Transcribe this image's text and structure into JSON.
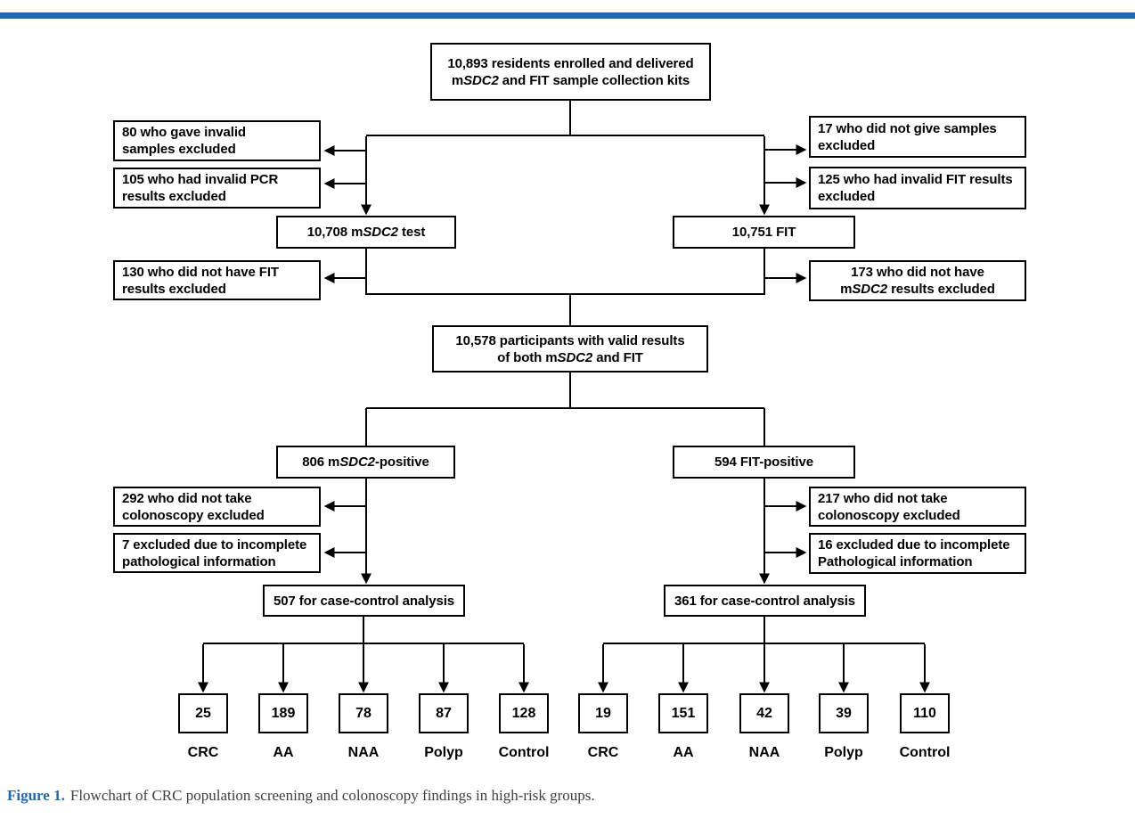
{
  "colors": {
    "accent": "#2169ac",
    "line": "#000000",
    "caption_text": "#3f3f3f"
  },
  "emphasis": {
    "italic_token": "SDC2"
  },
  "nodes": {
    "enrolled": {
      "lines": [
        "10,893 residents enrolled and delivered",
        "mSDC2 and FIT sample collection kits"
      ]
    },
    "excl_invalid_samples": {
      "lines": [
        "80 who gave invalid",
        "samples excluded"
      ]
    },
    "excl_invalid_pcr": {
      "lines": [
        "105 who had invalid PCR",
        "results excluded"
      ]
    },
    "excl_no_samples": {
      "lines": [
        "17 who did not give samples",
        "excluded"
      ]
    },
    "excl_invalid_fit": {
      "lines": [
        "125 who had invalid FIT results",
        "excluded"
      ]
    },
    "msdc2_test": {
      "lines": [
        "10,708 mSDC2 test"
      ]
    },
    "fit_test": {
      "lines": [
        "10,751 FIT"
      ]
    },
    "excl_no_fit": {
      "lines": [
        "130 who did not have FIT",
        "results excluded"
      ]
    },
    "excl_no_msdc2": {
      "lines": [
        "173 who did not have",
        "mSDC2 results excluded"
      ]
    },
    "valid_both": {
      "lines": [
        "10,578 participants with valid results",
        "of both mSDC2 and FIT"
      ]
    },
    "msdc2_positive": {
      "lines": [
        "806 mSDC2-positive"
      ]
    },
    "fit_positive": {
      "lines": [
        "594 FIT-positive"
      ]
    },
    "excl_no_colonoscopy_msdc2": {
      "lines": [
        "292 who did not take",
        "colonoscopy excluded"
      ]
    },
    "excl_incomplete_path_msdc2": {
      "lines": [
        "7 excluded due to incomplete",
        "pathological information"
      ]
    },
    "excl_no_colonoscopy_fit": {
      "lines": [
        "217 who did not take",
        "colonoscopy excluded"
      ]
    },
    "excl_incomplete_path_fit": {
      "lines": [
        "16 excluded due to incomplete",
        "Pathological information"
      ]
    },
    "case_control_msdc2": {
      "lines": [
        "507 for case-control analysis"
      ]
    },
    "case_control_fit": {
      "lines": [
        "361 for case-control analysis"
      ]
    }
  },
  "outcomes": {
    "msdc2": [
      {
        "value": "25",
        "label": "CRC"
      },
      {
        "value": "189",
        "label": "AA"
      },
      {
        "value": "78",
        "label": "NAA"
      },
      {
        "value": "87",
        "label": "Polyp"
      },
      {
        "value": "128",
        "label": "Control"
      }
    ],
    "fit": [
      {
        "value": "19",
        "label": "CRC"
      },
      {
        "value": "151",
        "label": "AA"
      },
      {
        "value": "42",
        "label": "NAA"
      },
      {
        "value": "39",
        "label": "Polyp"
      },
      {
        "value": "110",
        "label": "Control"
      }
    ]
  },
  "caption": {
    "label": "Figure 1.",
    "text": "Flowchart of CRC population screening and colonoscopy findings in high-risk groups."
  }
}
